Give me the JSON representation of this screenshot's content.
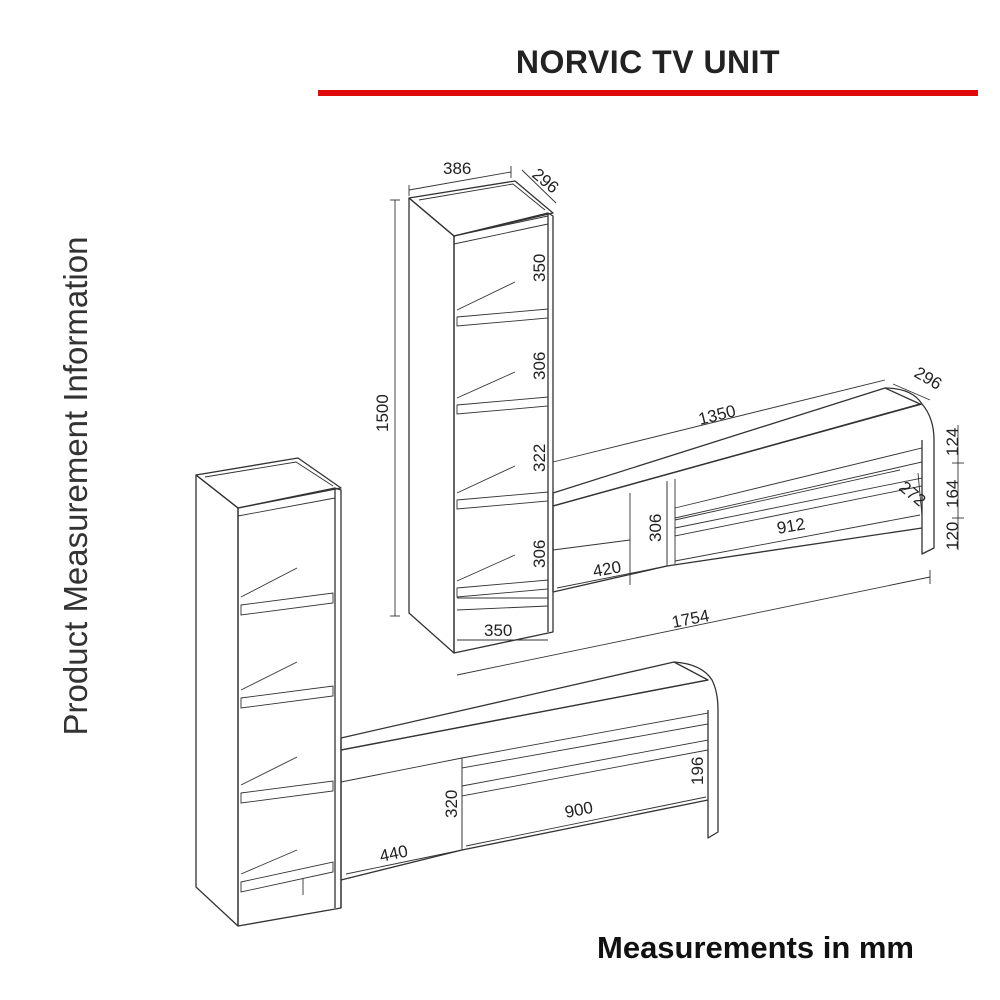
{
  "title": "NORVIC TV UNIT",
  "side_title": "Product Measurement Information",
  "footer": "Measurements in mm",
  "colors": {
    "accent_line": "#e10a0a",
    "lines": "#333333"
  },
  "dimensions": {
    "bookcase_width": "386",
    "bookcase_depth": "296",
    "bookcase_height": "1500",
    "shelf_1": "350",
    "shelf_2": "306",
    "shelf_3": "322",
    "shelf_4": "306",
    "bookcase_inner_width": "350",
    "tv_unit_width": "1350",
    "tv_unit_depth": "296",
    "right_upper_gap": "124",
    "right_middle_gap": "164",
    "right_lower_gap": "120",
    "drawer_depth": "272",
    "open_height": "306",
    "open_width": "420",
    "drawer_width": "912",
    "total_width": "1754",
    "lower_height": "320",
    "lower_left_width": "440",
    "lower_drawer_width": "900",
    "lower_drawer_height": "196"
  }
}
